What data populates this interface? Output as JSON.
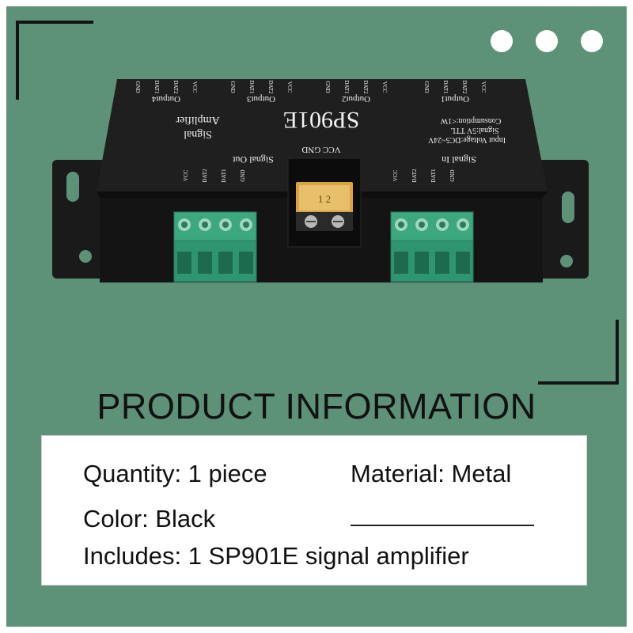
{
  "device": {
    "model": "SP901E",
    "amplifier_line1": "Signal",
    "amplifier_line2": "Amplifier",
    "spec_voltage": "Input Voltage:DC5~24V",
    "spec_signal": "Signal:5V TTL",
    "spec_consumption": "Consumption:<1W",
    "power_label": "VCC  GND",
    "fuse_label": "1  2",
    "outputs": [
      {
        "label": "Output4",
        "pins": [
          "VCC",
          "DAT2",
          "DAT1",
          "GND"
        ]
      },
      {
        "label": "Output3",
        "pins": [
          "VCC",
          "DAT2",
          "DAT1",
          "GND"
        ]
      },
      {
        "label": "Output2",
        "pins": [
          "VCC",
          "DAT2",
          "DAT1",
          "GND"
        ]
      },
      {
        "label": "Output1",
        "pins": [
          "VCC",
          "DAT2",
          "DAT1",
          "GND"
        ]
      }
    ],
    "signal_out": {
      "label": "Signal Out",
      "pins": [
        "VCC",
        "DAT2",
        "DAT1",
        "GND"
      ]
    },
    "signal_in": {
      "label": "Signal In",
      "pins": [
        "VCC",
        "DAT2",
        "DAT1",
        "GND"
      ]
    }
  },
  "heading": "PRODUCT INFORMATION",
  "info": {
    "quantity": "Quantity: 1 piece",
    "material": "Material: Metal",
    "color": "Color: Black",
    "includes": "Includes: 1 SP901E signal amplifier"
  },
  "colors": {
    "background": "#5e9278",
    "device_body": "#1b1b1b",
    "terminal_green": "#3da880",
    "fuse_amber": "#d9a441"
  }
}
